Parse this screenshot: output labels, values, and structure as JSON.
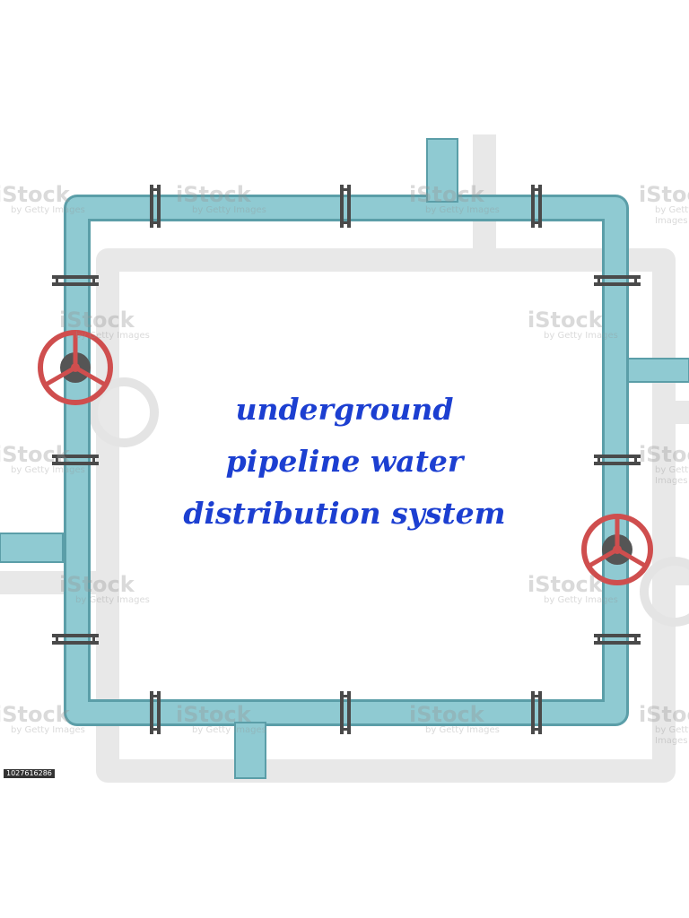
{
  "diagram": {
    "caption_lines": [
      "underground",
      "pipeline water",
      "distribution system"
    ],
    "stock_id": "1027616286",
    "watermark": {
      "brand": "iStock",
      "credit": "by Getty Images"
    },
    "colors": {
      "pipe": "#8fcad2",
      "pipe_edge": "#5b9ea8",
      "ghost_pipe": "#e6e6e6",
      "flange": "#4a4a4a",
      "valve_wheel": "#cf4e4e",
      "valve_body": "#555555",
      "caption": "#1c3fd1"
    },
    "components": {
      "valves": [
        "valve-left",
        "valve-right"
      ],
      "icon": "valve-wheel-icon"
    }
  }
}
